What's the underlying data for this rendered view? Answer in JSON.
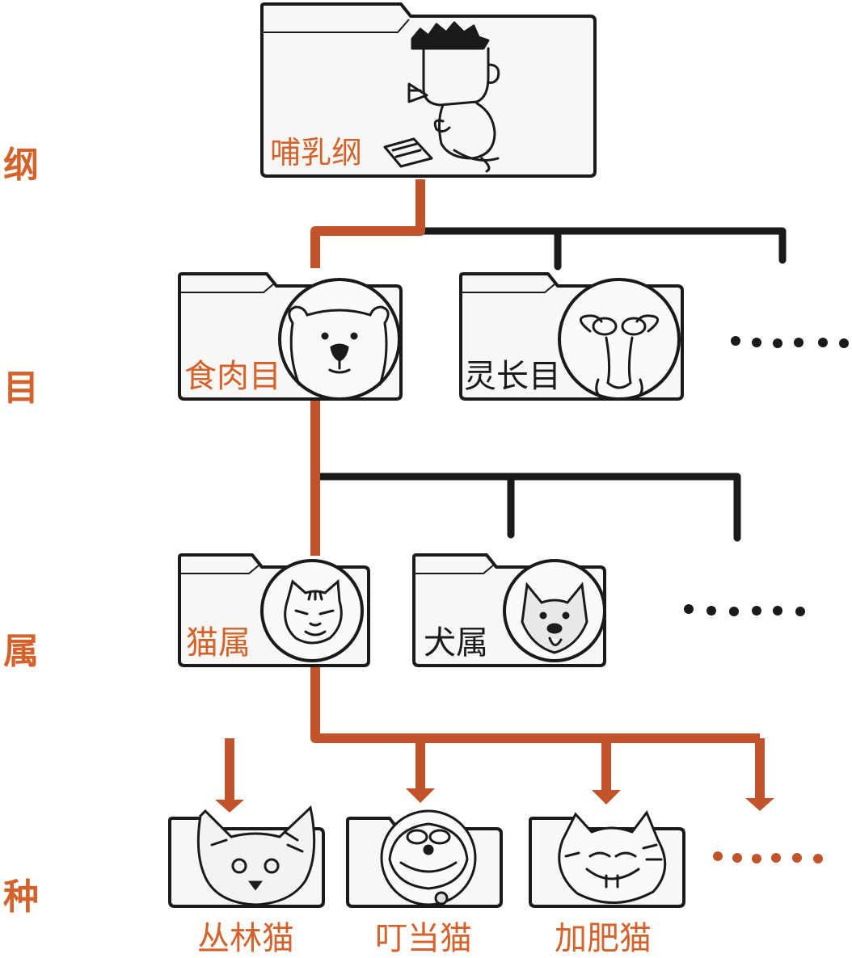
{
  "ranks": {
    "class": "纲",
    "order": "目",
    "genus": "属",
    "species": "种"
  },
  "nodes": {
    "mammalia": "哺乳纲",
    "carnivora": "食肉目",
    "primates": "灵长目",
    "felis": "猫属",
    "canis": "犬属",
    "jungle_cat": "丛林猫",
    "doraemon": "叮当猫",
    "garfield": "加肥猫"
  },
  "ellipsis": "……",
  "colors": {
    "highlight": "#d4622a",
    "path": "#c2542b",
    "ink": "#1a1a1a",
    "folder": "#f7f7f5"
  }
}
